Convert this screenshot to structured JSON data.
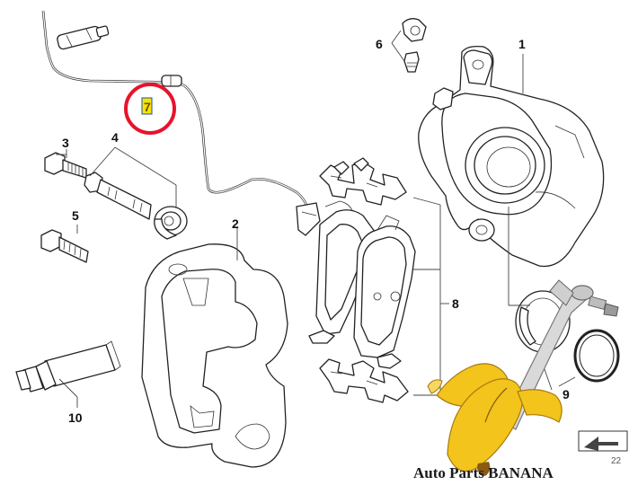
{
  "labels": {
    "p1": "1",
    "p2": "2",
    "p3": "3",
    "p4": "4",
    "p5": "5",
    "p6": "6",
    "p7": "7",
    "p8": "8",
    "p9": "9",
    "p10": "10"
  },
  "watermark": {
    "text": "Auto Parts BANANA"
  },
  "corner_code": "22",
  "colors": {
    "highlight_circle": "#e8132b",
    "highlight_box": "#f3e600",
    "banana_yellow": "#f2c41c",
    "banana_dark": "#8a5a12",
    "stabilizer_link": "#d9d9d9"
  }
}
